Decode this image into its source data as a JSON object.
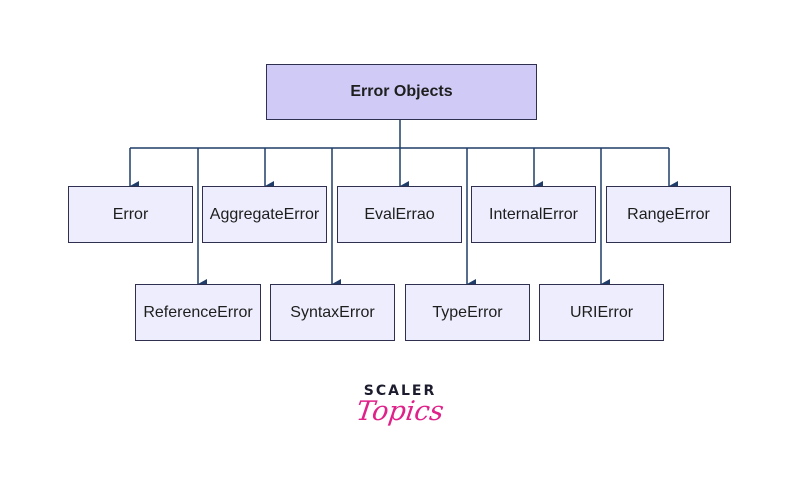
{
  "diagram": {
    "root": "Error Objects",
    "row1": [
      "Error",
      "AggregateError",
      "EvalErrao",
      "InternalError",
      "RangeError"
    ],
    "row2": [
      "ReferenceError",
      "SyntaxError",
      "TypeError",
      "URIError"
    ]
  },
  "logo": {
    "brand": "SCALER",
    "sub": "Topics"
  },
  "colors": {
    "root_fill": "#cfcbf6",
    "node_fill": "#ededfd",
    "border": "#2f2f4f",
    "connector": "#1f3d68",
    "logo_accent": "#e0218a"
  }
}
